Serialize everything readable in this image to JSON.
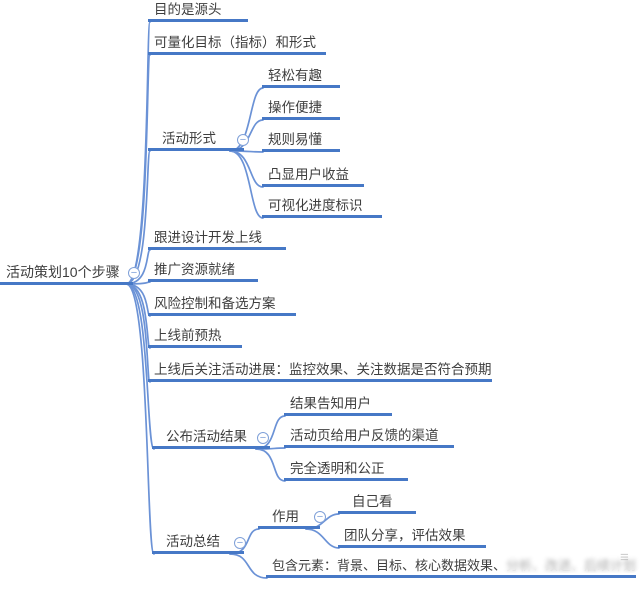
{
  "colors": {
    "bg": "#ffffff",
    "line": "#4678c6",
    "connector": "#6b92d6",
    "text": "#3e3e3e",
    "minus": "#7fa0d8"
  },
  "icons": {
    "collapse_glyph": "−",
    "watermark_remnant_glyph": "≡"
  },
  "mindmap": {
    "root": {
      "label": "活动策划10个步骤"
    },
    "branches": [
      {
        "label": "目的是源头"
      },
      {
        "label": "可量化目标（指标）和形式"
      },
      {
        "label": "活动形式",
        "children": [
          {
            "label": "轻松有趣"
          },
          {
            "label": "操作便捷"
          },
          {
            "label": "规则易懂"
          },
          {
            "label": "凸显用户收益"
          },
          {
            "label": "可视化进度标识"
          }
        ]
      },
      {
        "label": "跟进设计开发上线"
      },
      {
        "label": "推广资源就绪"
      },
      {
        "label": "风险控制和备选方案"
      },
      {
        "label": "上线前预热"
      },
      {
        "label": "上线后关注活动进展：监控效果、关注数据是否符合预期"
      },
      {
        "label": "公布活动结果",
        "children": [
          {
            "label": "结果告知用户"
          },
          {
            "label": "活动页给用户反馈的渠道"
          },
          {
            "label": "完全透明和公正"
          }
        ]
      },
      {
        "label": "活动总结",
        "children": [
          {
            "label": "作用",
            "children": [
              {
                "label": "自己看"
              },
              {
                "label": "团队分享，评估效果"
              }
            ]
          },
          {
            "label": "包含元素：背景、目标、核心数据效果、分析、改进、后续计划"
          }
        ]
      }
    ]
  }
}
